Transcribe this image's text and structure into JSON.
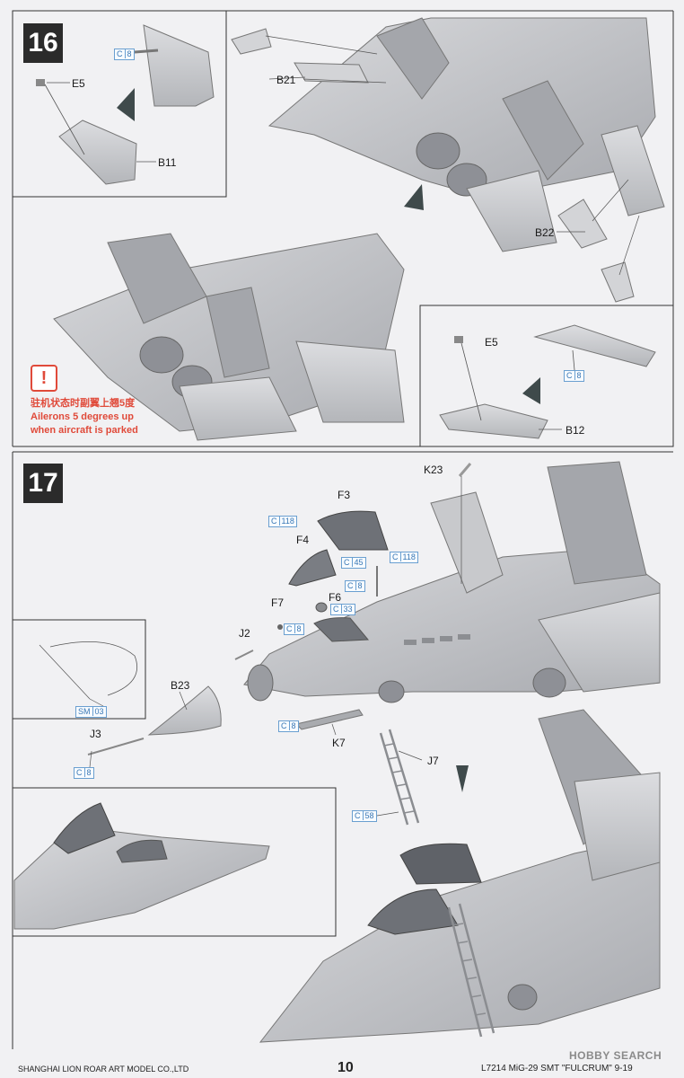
{
  "steps": [
    {
      "number": "16"
    },
    {
      "number": "17"
    }
  ],
  "step16": {
    "parts": {
      "e5_top": "E5",
      "b11": "B11",
      "b21": "B21",
      "b22": "B22",
      "e5_inset": "E5",
      "b12": "B12"
    },
    "paint": {
      "letter": "C",
      "c8_top": "8",
      "c8_inset": "8"
    },
    "warning": {
      "icon": "!",
      "line_zh": "驻机状态时副翼上翘5度",
      "line_en1": "Ailerons 5 degrees up",
      "line_en2": "when aircraft is parked"
    }
  },
  "step17": {
    "parts": {
      "k23": "K23",
      "f3": "F3",
      "f4": "F4",
      "f6": "F6",
      "f7": "F7",
      "j2": "J2",
      "b23": "B23",
      "j3": "J3",
      "k7": "K7",
      "j7": "J7"
    },
    "paint": {
      "letter": "C",
      "sm_letter": "SM",
      "c118_a": "118",
      "c45": "45",
      "c118_b": "118",
      "c8_a": "8",
      "c33": "33",
      "c8_b": "8",
      "c8_c": "8",
      "sm03": "03",
      "c8_d": "8",
      "c58": "58"
    }
  },
  "footer": {
    "company": "SHANGHAI LION ROAR ART MODEL CO.,LTD",
    "page": "10",
    "product": "L7214  MiG-29 SMT \"FULCRUM\" 9-19",
    "watermark": "HOBBY SEARCH"
  },
  "colors": {
    "paint_blue": "#3a78b5",
    "warning_red": "#e04a3a",
    "badge": "#2b2b2b",
    "aircraft_gray": "#c4c6ca"
  }
}
